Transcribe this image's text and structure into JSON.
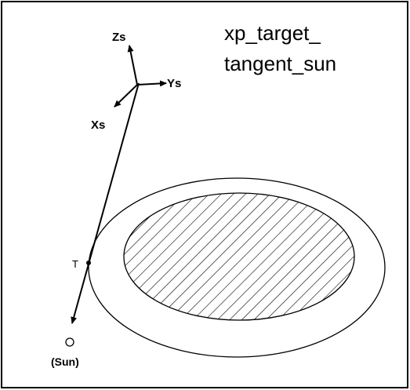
{
  "title_lines": [
    "xp_target_",
    "tangent_sun"
  ],
  "axes": {
    "z": "Zs",
    "y": "Ys",
    "x": "Xs"
  },
  "tangent_point_label": "T",
  "sun_label": "(Sun)",
  "colors": {
    "background": "#ffffff",
    "stroke": "#000000"
  }
}
